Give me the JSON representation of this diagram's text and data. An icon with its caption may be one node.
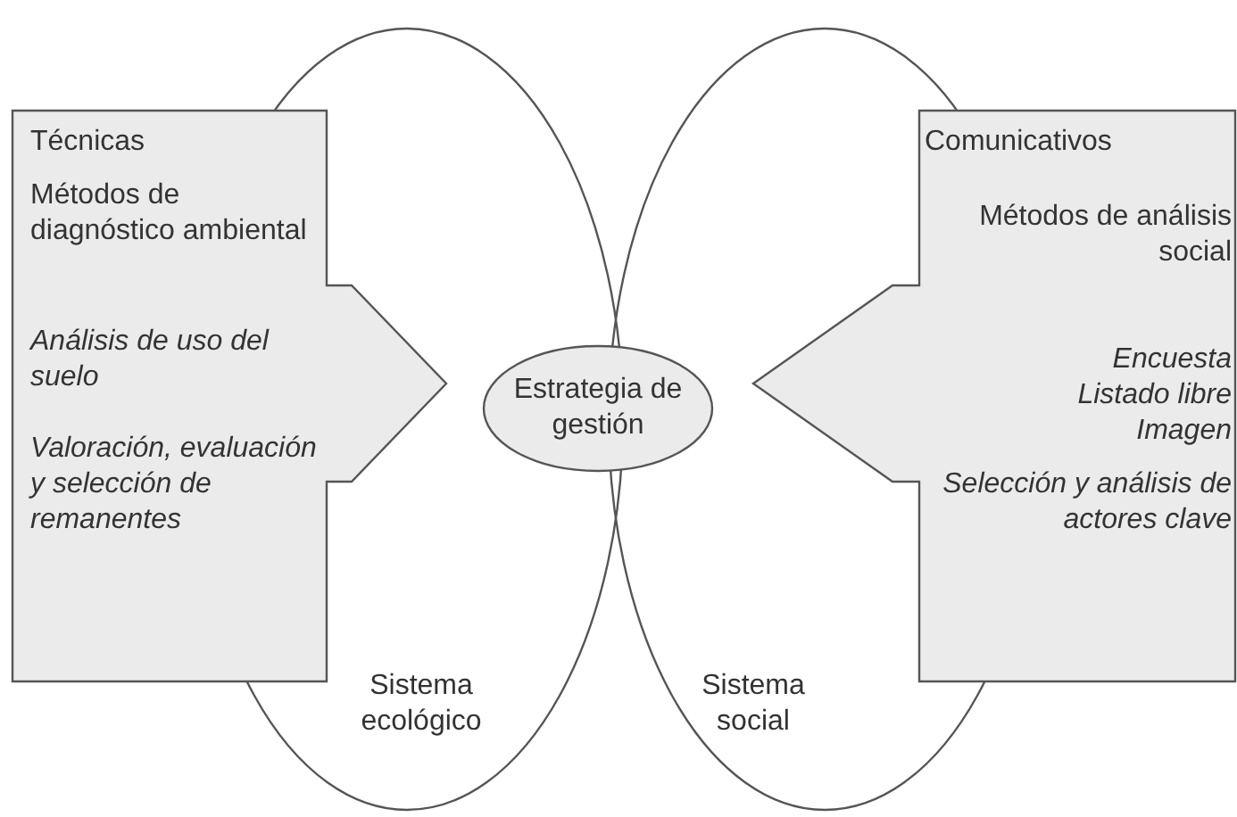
{
  "diagram": {
    "nodes": [
      {
        "text": [
          "Sistema ecológico"
        ]
      },
      {
        "text": [
          "Sistema social"
        ]
      },
      {
        "text": [
          "Técnicas",
          "Métodos de diagnóstico ambiental",
          "Análisis de uso del suelo",
          "Valoración, evaluación y selección de remanentes"
        ]
      },
      {
        "text": [
          "Estrategia de gestión"
        ]
      },
      {
        "text": [
          "Comunicativos",
          "Métodos de análisis social",
          "Encuesta",
          "Listado libre",
          "Imagen",
          "Selección y análisis de actores clave"
        ]
      }
    ]
  }
}
